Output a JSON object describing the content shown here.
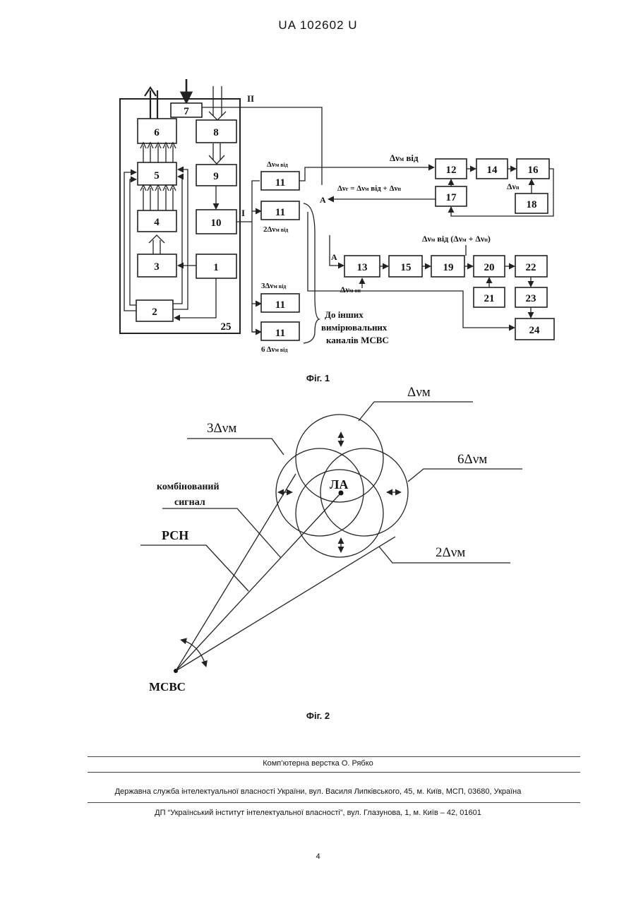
{
  "header": {
    "patent_id": "UA   102602   U"
  },
  "fig1": {
    "caption": "Фіг. 1",
    "blocks": [
      "6",
      "8",
      "7",
      "5",
      "9",
      "4",
      "10",
      "3",
      "1",
      "2",
      "25",
      "11",
      "11",
      "11",
      "11",
      "12",
      "14",
      "16",
      "17",
      "18",
      "13",
      "15",
      "19",
      "20",
      "22",
      "21",
      "23",
      "24"
    ],
    "labels": {
      "dv_top": "Δν",
      "dv_top_sub": "м від",
      "dv_2": "2Δν",
      "dv_2_sub": "м від",
      "dv_3": "3Δν",
      "dv_3_sub": "м від",
      "dv_6": "6 Δν",
      "dv_6_sub": "м від",
      "roman_I": "I",
      "roman_II": "II",
      "dv_mvid": "Δν",
      "dv_mvid_sub": "м",
      "dv_mvid_tail": "від",
      "eq17": "Δν",
      "eq17_sub": "г",
      "eq17_mid": "= Δν",
      "eq17_sub2": "м",
      "eq17_tail": "від + Δν",
      "eq17_sub3": "п",
      "dvp": "Δν",
      "dvp_sub": "п",
      "a1": "А",
      "a2": "А",
      "formula": "Δν",
      "formula_sub": "м",
      "formula_mid": "від (Δν",
      "formula_sub2": "м",
      "formula_mid2": "+ Δν",
      "formula_sub3": "п",
      "formula_end": ")",
      "dv_mop": "Δν",
      "dv_mop_sub": "м оп",
      "other_channels_1": "До інших",
      "other_channels_2": "вимірювальних",
      "other_channels_3": "каналів МСВС"
    }
  },
  "fig2": {
    "caption": "Фіг. 2",
    "labels": {
      "dvm": "Δνм",
      "dvm3": "3Δνм",
      "dvm6": "6Δνм",
      "dvm2": "2Δνм",
      "combined_1": "комбінований",
      "combined_2": "сигнал",
      "rsn": "РСН",
      "la": "ЛА",
      "msvs": "МСВС"
    }
  },
  "footer": {
    "layout_by": "Комп’ютерна верстка О. Рябко",
    "office": "Державна служба інтелектуальної власності України, вул. Василя Липківського, 45, м. Київ, МСП, 03680, Україна",
    "institute": "ДП “Український інститут інтелектуальної власності”, вул. Глазунова, 1, м. Київ – 42, 01601",
    "page_number": "4"
  }
}
